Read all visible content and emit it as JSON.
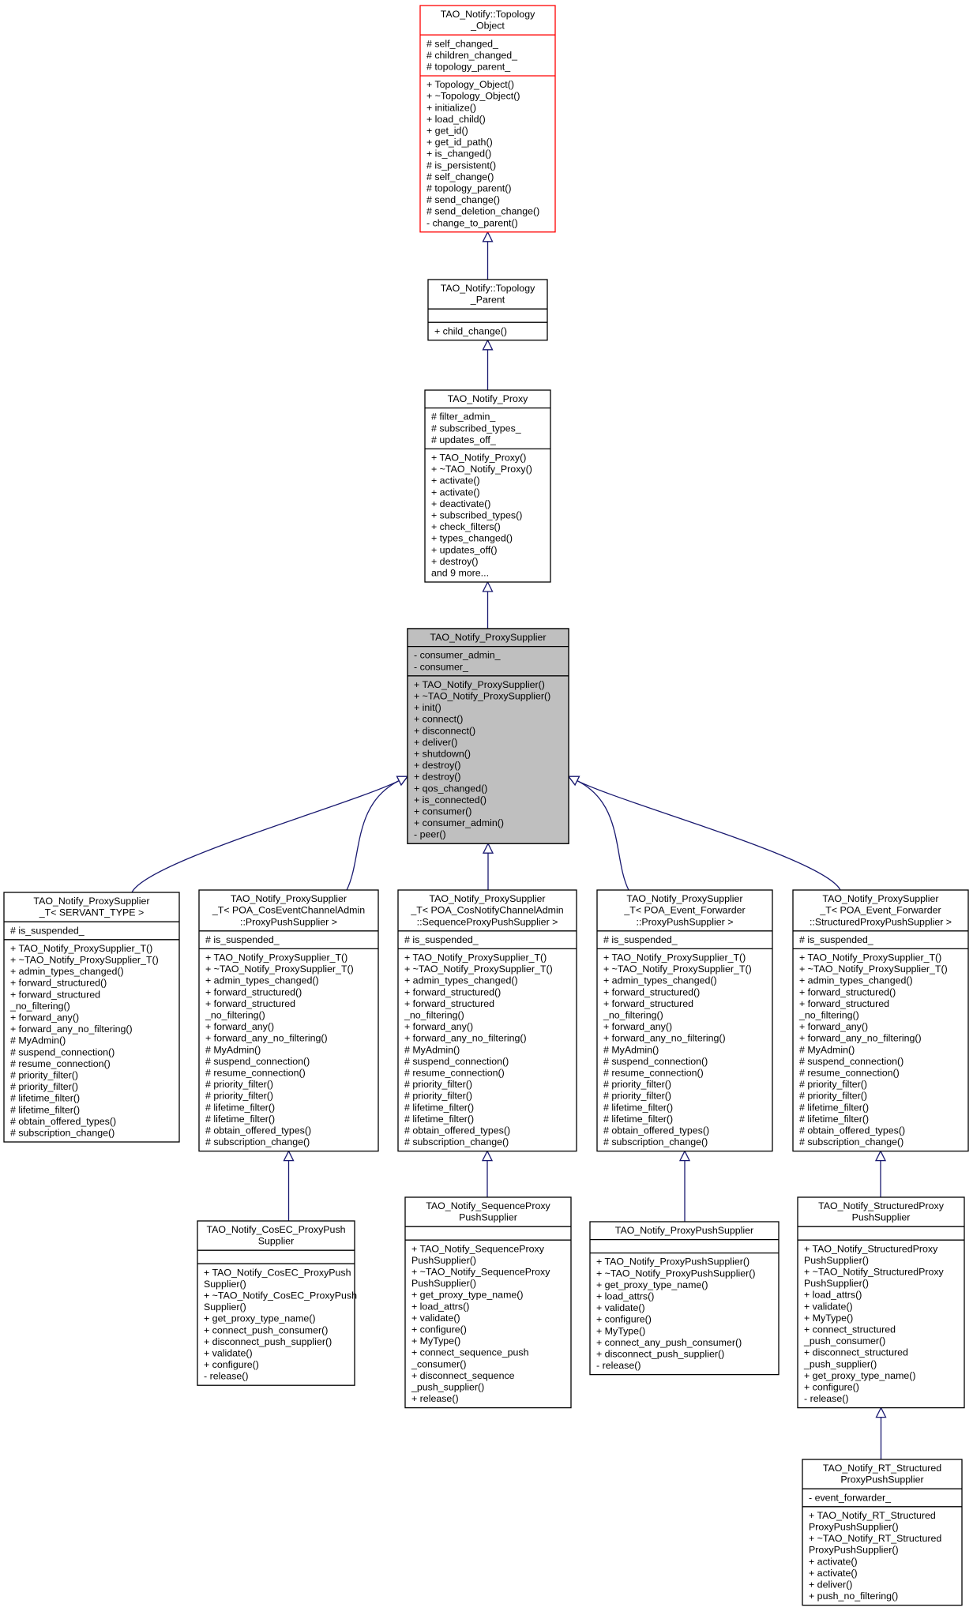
{
  "colors": {
    "edge": "#191970",
    "highlight_fill": "#bfbfbf",
    "root_border": "#ff0000"
  },
  "classes": [
    {
      "id": "topology_object",
      "title": [
        "TAO_Notify::Topology",
        "_Object"
      ],
      "attributes": [
        "# self_changed_",
        "# children_changed_",
        "# topology_parent_"
      ],
      "methods": [
        "+ Topology_Object()",
        "+ ~Topology_Object()",
        "+ initialize()",
        "+ load_child()",
        "+ get_id()",
        "+ get_id_path()",
        "+ is_changed()",
        "# is_persistent()",
        "# self_change()",
        "# topology_parent()",
        "# send_change()",
        "# send_deletion_change()",
        "- change_to_parent()"
      ]
    },
    {
      "id": "topology_parent",
      "title": [
        "TAO_Notify::Topology",
        "_Parent"
      ],
      "attributes": [],
      "methods": [
        "+ child_change()"
      ]
    },
    {
      "id": "proxy",
      "title": [
        "TAO_Notify_Proxy"
      ],
      "attributes": [
        "# filter_admin_",
        "# subscribed_types_",
        "# updates_off_"
      ],
      "methods": [
        "+ TAO_Notify_Proxy()",
        "+ ~TAO_Notify_Proxy()",
        "+ activate()",
        "+ activate()",
        "+ deactivate()",
        "+ subscribed_types()",
        "+ check_filters()",
        "+ types_changed()",
        "+ updates_off()",
        "+ destroy()",
        "and 9 more..."
      ]
    },
    {
      "id": "proxy_supplier",
      "title": [
        "TAO_Notify_ProxySupplier"
      ],
      "attributes": [
        "- consumer_admin_",
        "- consumer_"
      ],
      "methods": [
        "+ TAO_Notify_ProxySupplier()",
        "+ ~TAO_Notify_ProxySupplier()",
        "+ init()",
        "+ connect()",
        "+ disconnect()",
        "+ deliver()",
        "+ shutdown()",
        "+ destroy()",
        "+ destroy()",
        "+ qos_changed()",
        "+ is_connected()",
        "+ consumer()",
        "+ consumer_admin()",
        "- peer()"
      ]
    },
    {
      "id": "ps_t_servant",
      "title": [
        "TAO_Notify_ProxySupplier",
        "_T< SERVANT_TYPE >"
      ],
      "attributes": [
        "# is_suspended_"
      ],
      "methods": [
        "+ TAO_Notify_ProxySupplier_T()",
        "+ ~TAO_Notify_ProxySupplier_T()",
        "+ admin_types_changed()",
        "+ forward_structured()",
        "+ forward_structured",
        "_no_filtering()",
        "+ forward_any()",
        "+ forward_any_no_filtering()",
        "# MyAdmin()",
        "# suspend_connection()",
        "# resume_connection()",
        "# priority_filter()",
        "# priority_filter()",
        "# lifetime_filter()",
        "# lifetime_filter()",
        "# obtain_offered_types()",
        "# subscription_change()"
      ]
    },
    {
      "id": "ps_t_cosec",
      "title": [
        "TAO_Notify_ProxySupplier",
        "_T< POA_CosEventChannelAdmin",
        "::ProxyPushSupplier >"
      ],
      "attributes": [
        "# is_suspended_"
      ],
      "methods": [
        "+ TAO_Notify_ProxySupplier_T()",
        "+ ~TAO_Notify_ProxySupplier_T()",
        "+ admin_types_changed()",
        "+ forward_structured()",
        "+ forward_structured",
        "_no_filtering()",
        "+ forward_any()",
        "+ forward_any_no_filtering()",
        "# MyAdmin()",
        "# suspend_connection()",
        "# resume_connection()",
        "# priority_filter()",
        "# priority_filter()",
        "# lifetime_filter()",
        "# lifetime_filter()",
        "# obtain_offered_types()",
        "# subscription_change()"
      ]
    },
    {
      "id": "ps_t_seq",
      "title": [
        "TAO_Notify_ProxySupplier",
        "_T< POA_CosNotifyChannelAdmin",
        "::SequenceProxyPushSupplier >"
      ],
      "attributes": [
        "# is_suspended_"
      ],
      "methods": [
        "+ TAO_Notify_ProxySupplier_T()",
        "+ ~TAO_Notify_ProxySupplier_T()",
        "+ admin_types_changed()",
        "+ forward_structured()",
        "+ forward_structured",
        "_no_filtering()",
        "+ forward_any()",
        "+ forward_any_no_filtering()",
        "# MyAdmin()",
        "# suspend_connection()",
        "# resume_connection()",
        "# priority_filter()",
        "# priority_filter()",
        "# lifetime_filter()",
        "# lifetime_filter()",
        "# obtain_offered_types()",
        "# subscription_change()"
      ]
    },
    {
      "id": "ps_t_ef_push",
      "title": [
        "TAO_Notify_ProxySupplier",
        "_T< POA_Event_Forwarder",
        "::ProxyPushSupplier >"
      ],
      "attributes": [
        "# is_suspended_"
      ],
      "methods": [
        "+ TAO_Notify_ProxySupplier_T()",
        "+ ~TAO_Notify_ProxySupplier_T()",
        "+ admin_types_changed()",
        "+ forward_structured()",
        "+ forward_structured",
        "_no_filtering()",
        "+ forward_any()",
        "+ forward_any_no_filtering()",
        "# MyAdmin()",
        "# suspend_connection()",
        "# resume_connection()",
        "# priority_filter()",
        "# priority_filter()",
        "# lifetime_filter()",
        "# lifetime_filter()",
        "# obtain_offered_types()",
        "# subscription_change()"
      ]
    },
    {
      "id": "ps_t_ef_struct",
      "title": [
        "TAO_Notify_ProxySupplier",
        "_T< POA_Event_Forwarder",
        "::StructuredProxyPushSupplier >"
      ],
      "attributes": [
        "# is_suspended_"
      ],
      "methods": [
        "+ TAO_Notify_ProxySupplier_T()",
        "+ ~TAO_Notify_ProxySupplier_T()",
        "+ admin_types_changed()",
        "+ forward_structured()",
        "+ forward_structured",
        "_no_filtering()",
        "+ forward_any()",
        "+ forward_any_no_filtering()",
        "# MyAdmin()",
        "# suspend_connection()",
        "# resume_connection()",
        "# priority_filter()",
        "# priority_filter()",
        "# lifetime_filter()",
        "# lifetime_filter()",
        "# obtain_offered_types()",
        "# subscription_change()"
      ]
    },
    {
      "id": "cosec_push",
      "title": [
        "TAO_Notify_CosEC_ProxyPush",
        "Supplier"
      ],
      "attributes": [],
      "methods": [
        "+ TAO_Notify_CosEC_ProxyPush",
        "Supplier()",
        "+ ~TAO_Notify_CosEC_ProxyPush",
        "Supplier()",
        "+ get_proxy_type_name()",
        "+ connect_push_consumer()",
        "+ disconnect_push_supplier()",
        "+ validate()",
        "+ configure()",
        "- release()"
      ]
    },
    {
      "id": "seq_push",
      "title": [
        "TAO_Notify_SequenceProxy",
        "PushSupplier"
      ],
      "attributes": [],
      "methods": [
        "+ TAO_Notify_SequenceProxy",
        "PushSupplier()",
        "+ ~TAO_Notify_SequenceProxy",
        "PushSupplier()",
        "+ get_proxy_type_name()",
        "+ load_attrs()",
        "+ validate()",
        "+ configure()",
        "+ MyType()",
        "+ connect_sequence_push",
        "_consumer()",
        "+ disconnect_sequence",
        "_push_supplier()",
        "+ release()"
      ]
    },
    {
      "id": "proxy_push",
      "title": [
        "TAO_Notify_ProxyPushSupplier"
      ],
      "attributes": [],
      "methods": [
        "+ TAO_Notify_ProxyPushSupplier()",
        "+ ~TAO_Notify_ProxyPushSupplier()",
        "+ get_proxy_type_name()",
        "+ load_attrs()",
        "+ validate()",
        "+ configure()",
        "+ MyType()",
        "+ connect_any_push_consumer()",
        "+ disconnect_push_supplier()",
        "- release()"
      ]
    },
    {
      "id": "struct_push",
      "title": [
        "TAO_Notify_StructuredProxy",
        "PushSupplier"
      ],
      "attributes": [],
      "methods": [
        "+ TAO_Notify_StructuredProxy",
        "PushSupplier()",
        "+ ~TAO_Notify_StructuredProxy",
        "PushSupplier()",
        "+ load_attrs()",
        "+ validate()",
        "+ MyType()",
        "+ connect_structured",
        "_push_consumer()",
        "+ disconnect_structured",
        "_push_supplier()",
        "+ get_proxy_type_name()",
        "+ configure()",
        "- release()"
      ]
    },
    {
      "id": "rt_struct_push",
      "title": [
        "TAO_Notify_RT_Structured",
        "ProxyPushSupplier"
      ],
      "attributes": [
        "- event_forwarder_"
      ],
      "methods": [
        "+ TAO_Notify_RT_Structured",
        "ProxyPushSupplier()",
        "+ ~TAO_Notify_RT_Structured",
        "ProxyPushSupplier()",
        "+ activate()",
        "+ activate()",
        "+ deliver()",
        "+ push_no_filtering()"
      ]
    }
  ],
  "inheritance": [
    {
      "child": "topology_parent",
      "parent": "topology_object"
    },
    {
      "child": "proxy",
      "parent": "topology_parent"
    },
    {
      "child": "proxy_supplier",
      "parent": "proxy"
    },
    {
      "child": "ps_t_servant",
      "parent": "proxy_supplier"
    },
    {
      "child": "ps_t_cosec",
      "parent": "proxy_supplier"
    },
    {
      "child": "ps_t_seq",
      "parent": "proxy_supplier"
    },
    {
      "child": "ps_t_ef_push",
      "parent": "proxy_supplier"
    },
    {
      "child": "ps_t_ef_struct",
      "parent": "proxy_supplier"
    },
    {
      "child": "cosec_push",
      "parent": "ps_t_cosec"
    },
    {
      "child": "seq_push",
      "parent": "ps_t_seq"
    },
    {
      "child": "proxy_push",
      "parent": "ps_t_ef_push"
    },
    {
      "child": "struct_push",
      "parent": "ps_t_ef_struct"
    },
    {
      "child": "rt_struct_push",
      "parent": "struct_push"
    }
  ]
}
